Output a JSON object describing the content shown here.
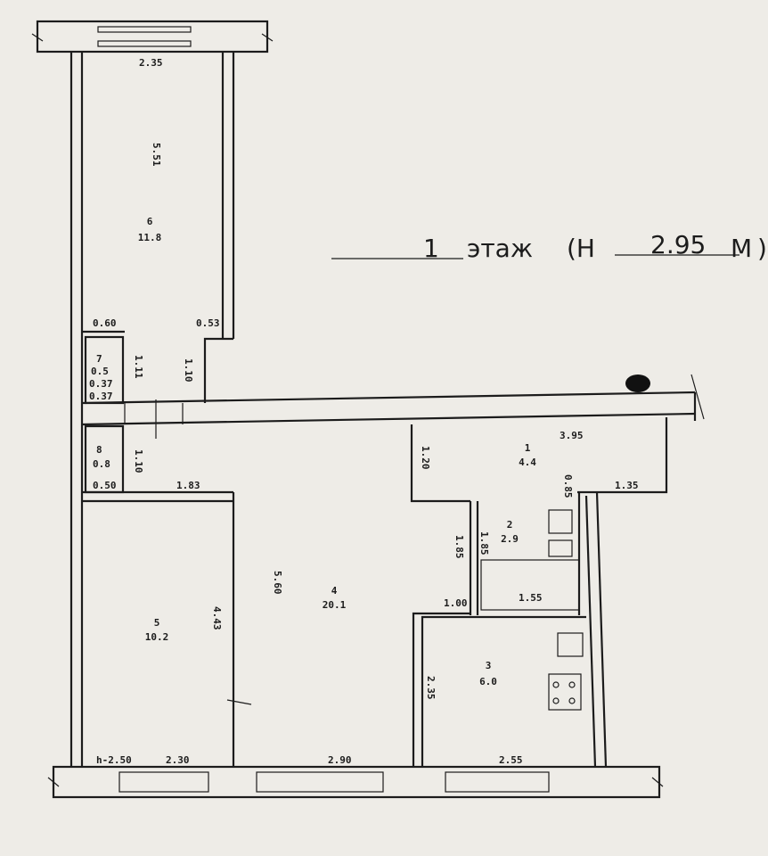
{
  "floor_label": {
    "floor_number": "1",
    "word": "этаж",
    "paren_open": "(Н",
    "height": "2.95",
    "unit": "М",
    "paren_close": ")"
  },
  "rooms": [
    {
      "id": "r6",
      "number": "6",
      "area": "11.8"
    },
    {
      "id": "r7",
      "number": "7",
      "area": "0.5"
    },
    {
      "id": "r8",
      "number": "8",
      "area": "0.8"
    },
    {
      "id": "r5",
      "number": "5",
      "area": "10.2"
    },
    {
      "id": "r4",
      "number": "4",
      "area": "20.1"
    },
    {
      "id": "r1",
      "number": "1",
      "area": "4.4"
    },
    {
      "id": "r2",
      "number": "2",
      "area": "2.9"
    },
    {
      "id": "r3",
      "number": "3",
      "area": "6.0"
    }
  ],
  "dimensions": {
    "d_235": "2.35",
    "d_551": "5.51",
    "d_060": "0.60",
    "d_053": "0.53",
    "d_111": "1.11",
    "d_110a": "1.10",
    "d_037a": "0.37",
    "d_037b": "0.37",
    "d_110b": "1.10",
    "d_050": "0.50",
    "d_183": "1.83",
    "d_395": "3.95",
    "d_120": "1.20",
    "d_135": "1.35",
    "d_085": "0.85",
    "d_185a": "1.85",
    "d_185b": "1.85",
    "d_155": "1.55",
    "d_100": "1.00",
    "d_560": "5.60",
    "d_443": "4.43",
    "d_235b": "2.35",
    "d_h250": "h-2.50",
    "d_230": "2.30",
    "d_290": "2.90",
    "d_255": "2.55"
  }
}
